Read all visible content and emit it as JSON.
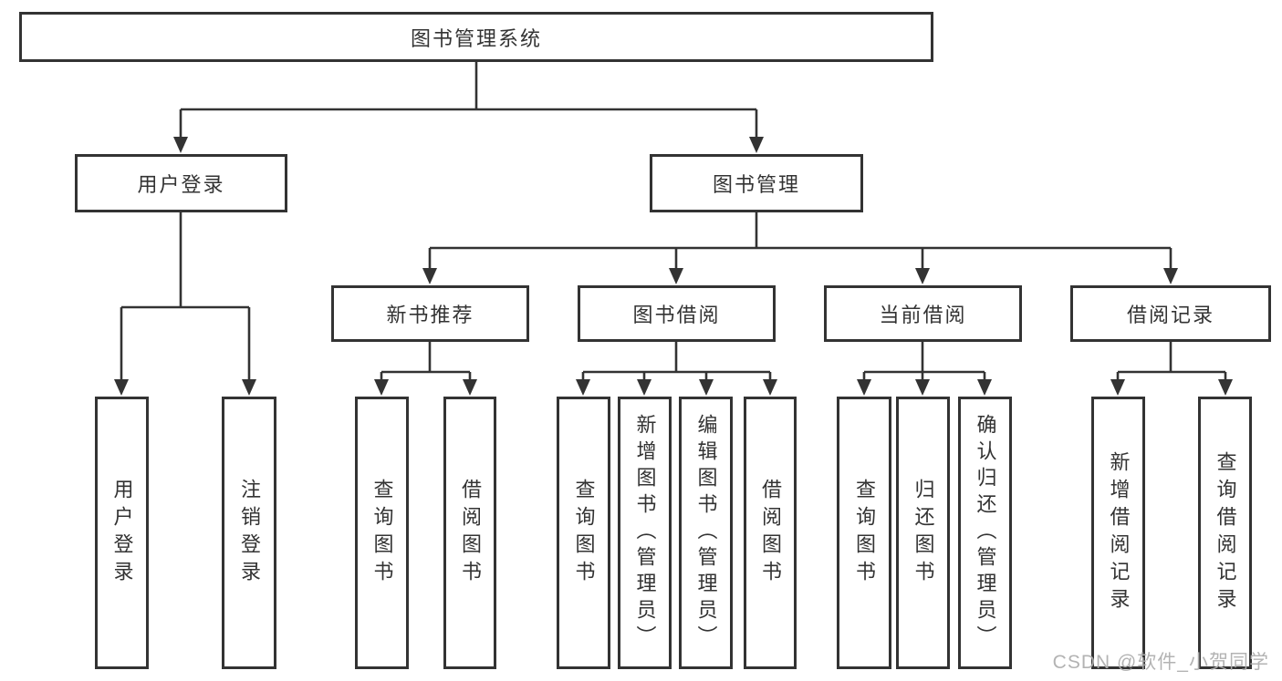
{
  "diagram": {
    "watermark": "CSDN @软件_小贺同学",
    "colors": {
      "line": "#333333",
      "text": "#333333",
      "background": "#ffffff",
      "watermark": "#afafaf"
    },
    "nodes": {
      "root": {
        "label": "图书管理系统"
      },
      "user_login": {
        "label": "用户登录"
      },
      "book_mgmt": {
        "label": "图书管理"
      },
      "new_book_rec": {
        "label": "新书推荐"
      },
      "book_borrow": {
        "label": "图书借阅"
      },
      "current_borrow": {
        "label": "当前借阅"
      },
      "borrow_record": {
        "label": "借阅记录"
      },
      "leaf_user_login": {
        "label": "用户登录"
      },
      "leaf_logout": {
        "label": "注销登录"
      },
      "leaf_query_book_1": {
        "label": "查询图书"
      },
      "leaf_borrow_book_1": {
        "label": "借阅图书"
      },
      "leaf_query_book_2": {
        "label": "查询图书"
      },
      "leaf_add_book": {
        "label": "新增图书（管理员）"
      },
      "leaf_edit_book": {
        "label": "编辑图书（管理员）"
      },
      "leaf_borrow_book_2": {
        "label": "借阅图书"
      },
      "leaf_query_book_3": {
        "label": "查询图书"
      },
      "leaf_return_book": {
        "label": "归还图书"
      },
      "leaf_confirm_return": {
        "label": "确认归还（管理员）"
      },
      "leaf_add_record": {
        "label": "新增借阅记录"
      },
      "leaf_query_record": {
        "label": "查询借阅记录"
      }
    },
    "tree": {
      "图书管理系统": {
        "用户登录": [
          "用户登录",
          "注销登录"
        ],
        "图书管理": {
          "新书推荐": [
            "查询图书",
            "借阅图书"
          ],
          "图书借阅": [
            "查询图书",
            "新增图书（管理员）",
            "编辑图书（管理员）",
            "借阅图书"
          ],
          "当前借阅": [
            "查询图书",
            "归还图书",
            "确认归还（管理员）"
          ],
          "借阅记录": [
            "新增借阅记录",
            "查询借阅记录"
          ]
        }
      }
    }
  }
}
